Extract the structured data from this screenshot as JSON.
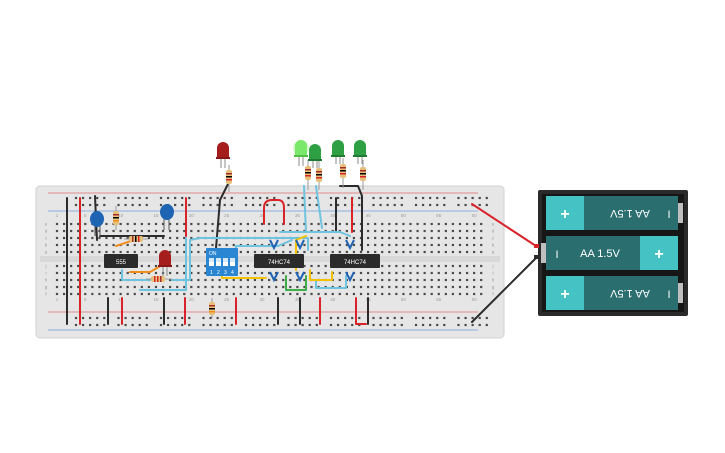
{
  "breadboard": {
    "column_numbers": [
      "1",
      "5",
      "10",
      "15",
      "20",
      "25",
      "30",
      "35",
      "40",
      "45",
      "50",
      "55",
      "60"
    ],
    "row_letters_top": [
      "a",
      "b",
      "c",
      "d",
      "e"
    ],
    "row_letters_bottom": [
      "f",
      "g",
      "h",
      "i",
      "j"
    ]
  },
  "chips": {
    "timer": "555",
    "flipflop_1": "74HC74",
    "flipflop_2": "74HC74"
  },
  "dip_switch": {
    "label": "ON",
    "positions": [
      "1",
      "2",
      "3",
      "4"
    ]
  },
  "battery": {
    "cells": [
      {
        "label": "AA 1.5V",
        "orientation": "flipped"
      },
      {
        "label": "AA 1.5V",
        "orientation": "normal"
      },
      {
        "label": "AA 1.5V",
        "orientation": "flipped"
      }
    ],
    "plus_symbol": "+",
    "minus_symbol": "I"
  },
  "colors": {
    "board": "#e6e6e6",
    "wire_red": "#d8232a",
    "wire_black": "#2b2b2b",
    "wire_blue": "#6ec3df",
    "wire_yellow": "#f2c200",
    "wire_orange": "#f08c1c",
    "wire_green": "#3fae49",
    "led_red": "#a51d1d",
    "led_green": "#2ea043",
    "led_green_on": "#7ae86a",
    "capacitor": "#1f63b3",
    "dip": "#2a86d2",
    "battery_cell": "#2b6e6f",
    "battery_cap": "#44c2c4"
  }
}
